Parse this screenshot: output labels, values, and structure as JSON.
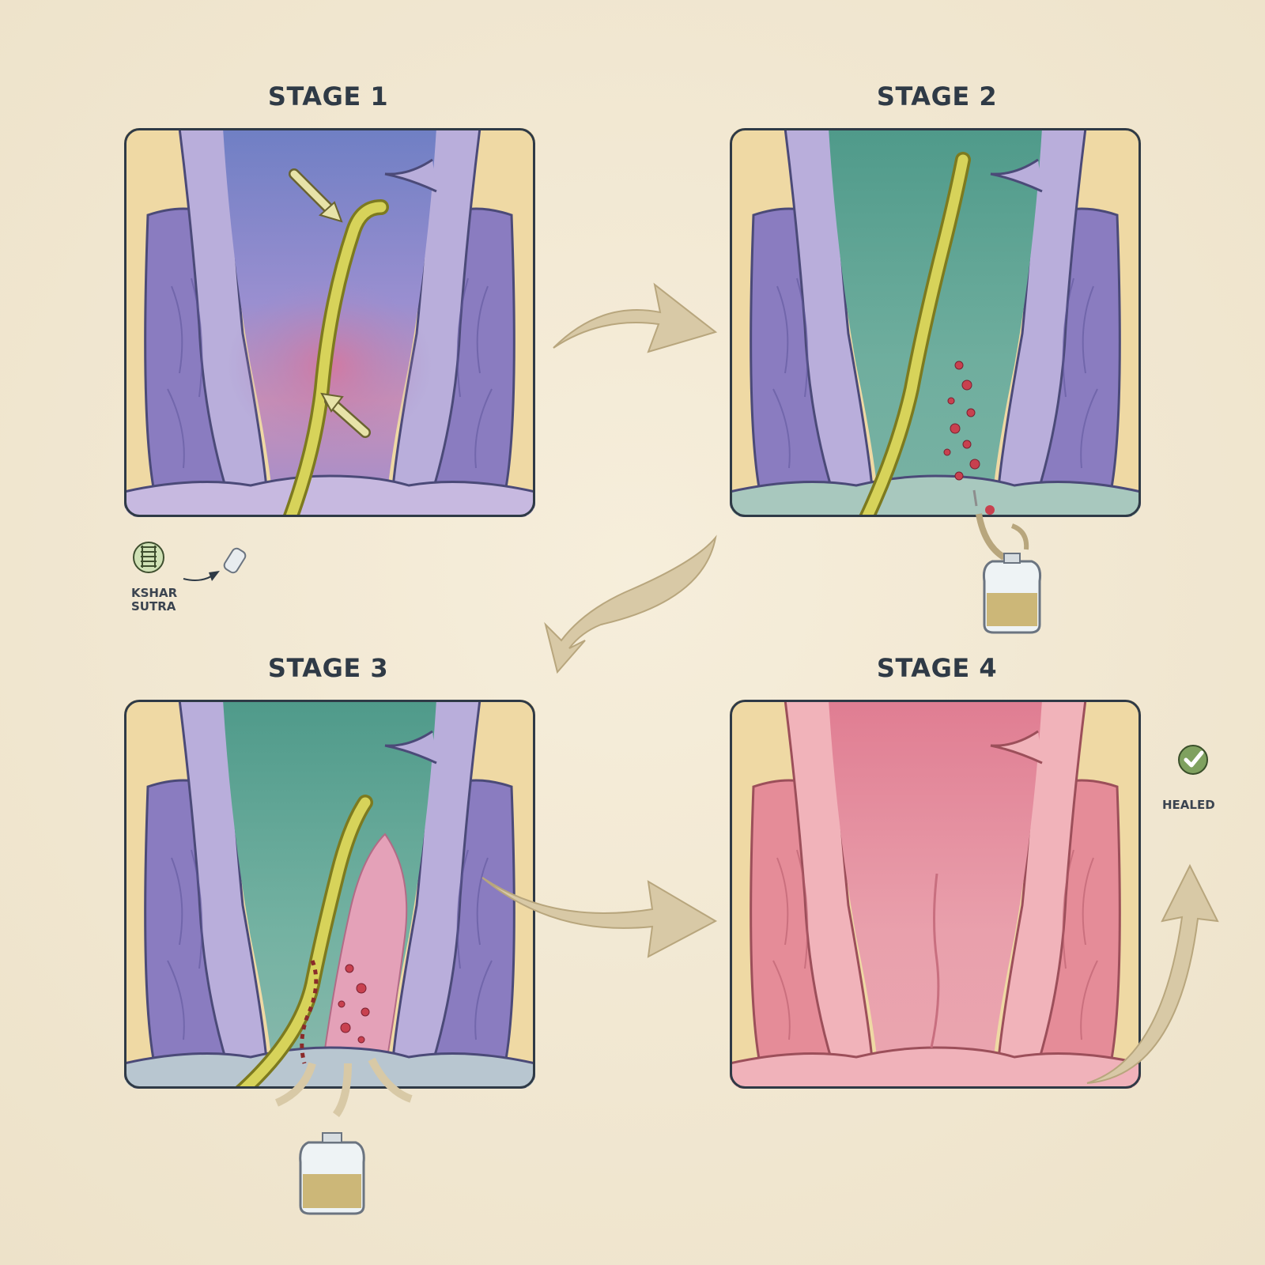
{
  "stages": [
    {
      "title": "STAGE 1"
    },
    {
      "title": "STAGE 2"
    },
    {
      "title": "STAGE 3"
    },
    {
      "title": "STAGE 4"
    }
  ],
  "labels": {
    "kshar": "KSHAR",
    "sutra": "SUTRA",
    "healed": "HEALED"
  },
  "colors": {
    "background": "#f3ead6",
    "outline": "#2f3a46",
    "fat": "#efd9a4",
    "muscle_purple": "#8a7cc0",
    "muscle_light": "#b9aedb",
    "lumen_blue": "#7f8fcf",
    "lumen_teal": "#5fa89a",
    "inflamed_pink": "#d27aa0",
    "healed_pink": "#e7949c",
    "thread_yellow": "#c9c64a",
    "flow_arrow": "#d8c9a6"
  }
}
